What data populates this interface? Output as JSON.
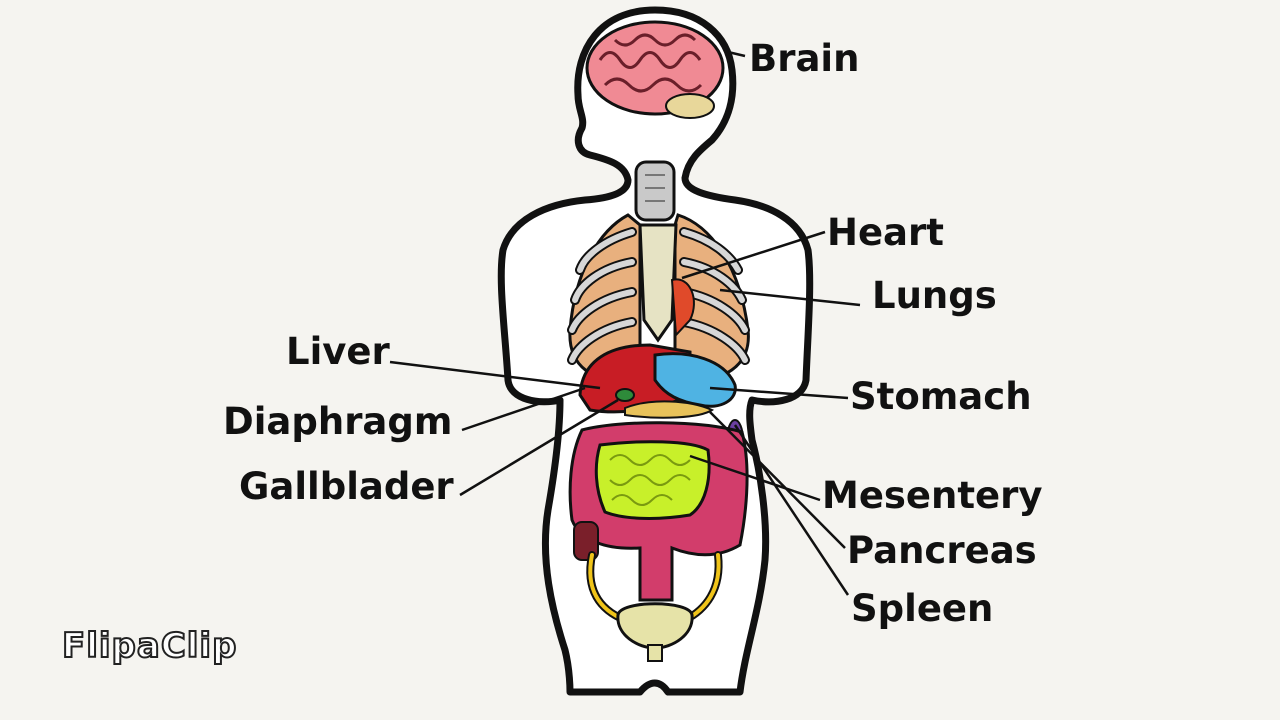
{
  "labels": {
    "brain": "Brain",
    "heart": "Heart",
    "lungs": "Lungs",
    "liver": "Liver",
    "stomach": "Stomach",
    "diaphragm": "Diaphragm",
    "gallbladder": "Gallblader",
    "mesentery": "Mesentery",
    "pancreas": "Pancreas",
    "spleen": "Spleen"
  },
  "watermark": "FlipaClip",
  "colors": {
    "background": "#f5f4f0",
    "outline": "#111111",
    "brain": "#f08a94",
    "ribs": "#d7d7d7",
    "lungs": "#e8b07e",
    "sternum": "#e6e3c4",
    "liver": "#c81d25",
    "stomach": "#4fb3e3",
    "small_intestine": "#c8f02a",
    "large_intestine": "#d23d6b",
    "bladder": "#e6e3a8",
    "ureters": "#f0c419",
    "spleen": "#6b3fa0",
    "gallbladder": "#2e8b3a"
  }
}
